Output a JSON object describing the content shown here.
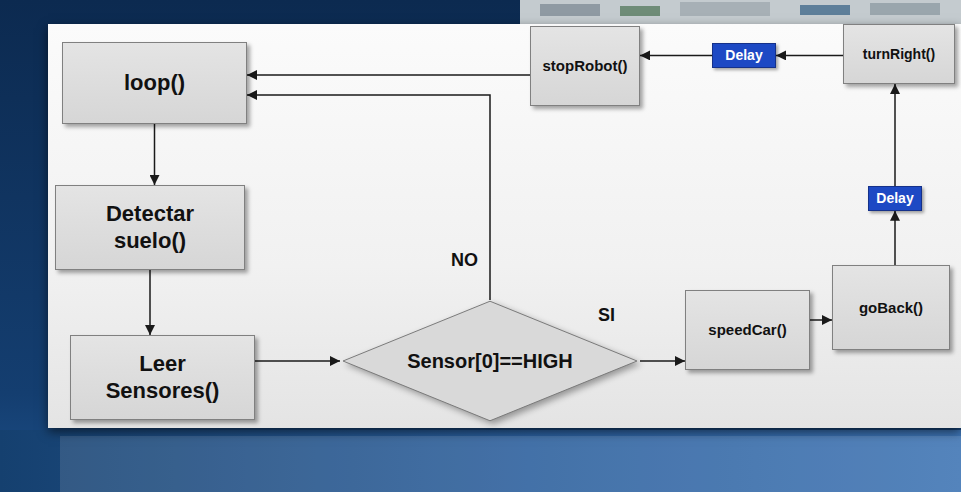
{
  "diagram": {
    "nodes": [
      {
        "text": [
          "loop()"
        ]
      },
      {
        "text": [
          "Detectar suelo()"
        ]
      },
      {
        "text": [
          "Leer Sensores()"
        ]
      },
      {
        "text": [
          "Sensor[0]==HIGH"
        ]
      },
      {
        "text": [
          "speedCar()"
        ]
      },
      {
        "text": [
          "goBack()"
        ]
      },
      {
        "text": [
          "Delay"
        ]
      },
      {
        "text": [
          "turnRight()"
        ]
      },
      {
        "text": [
          "Delay"
        ]
      },
      {
        "text": [
          "stopRobot()"
        ]
      }
    ],
    "edges": [
      {
        "from": 0,
        "to": 1,
        "arrow": "to"
      },
      {
        "from": 1,
        "to": 2,
        "arrow": "to"
      },
      {
        "from": 2,
        "to": 3,
        "arrow": "to"
      },
      {
        "from": 3,
        "to": 0,
        "label": "NO",
        "arrow": "to"
      },
      {
        "from": 3,
        "to": 4,
        "label": "SI",
        "arrow": "to"
      },
      {
        "from": 4,
        "to": 5,
        "arrow": "to"
      },
      {
        "from": 5,
        "to": 6,
        "arrow": "to"
      },
      {
        "from": 6,
        "to": 7,
        "arrow": "to"
      },
      {
        "from": 7,
        "to": 8,
        "arrow": "to"
      },
      {
        "from": 8,
        "to": 9,
        "arrow": "to"
      },
      {
        "from": 9,
        "to": 0,
        "arrow": "to"
      }
    ]
  }
}
